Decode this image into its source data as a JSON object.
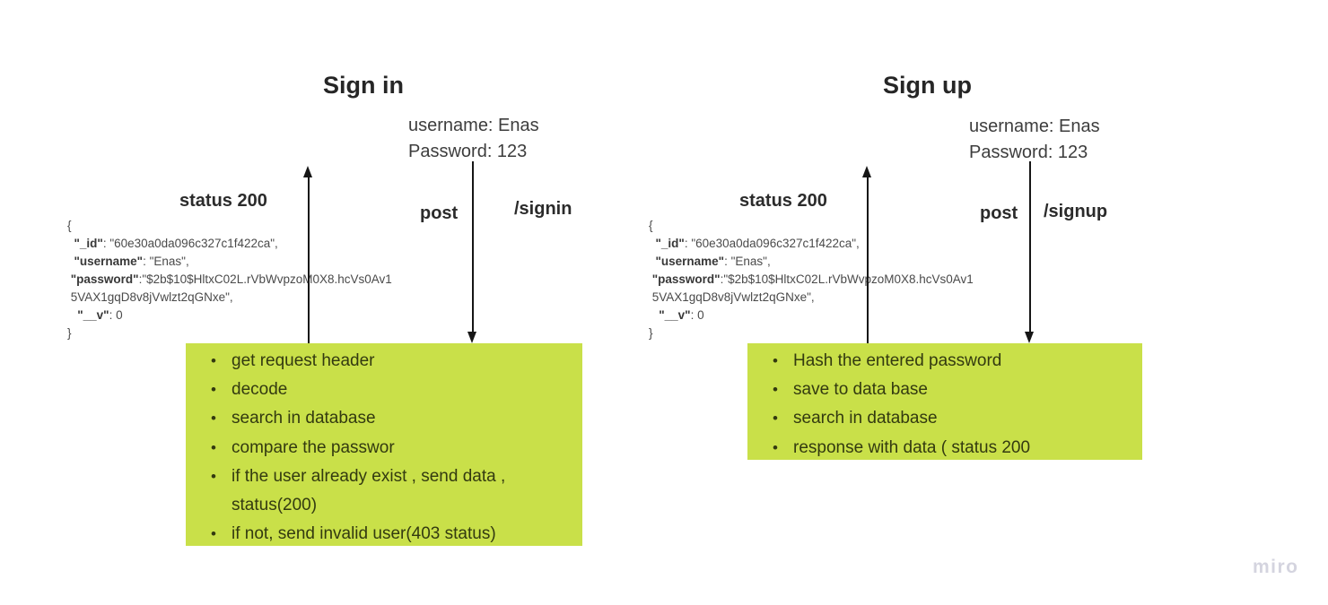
{
  "diagram": {
    "watermark": "miro",
    "colors": {
      "note_green": "#c9e049",
      "arrow_black": "#161616",
      "watermark_gray": "#d4d4df"
    },
    "signin": {
      "title": "Sign in",
      "request": {
        "line1": "username: Enas",
        "line2": "Password: 123"
      },
      "status_label": "status 200",
      "method_label": "post",
      "route_label": "/signin",
      "response_json": {
        "lines": [
          {
            "k": "",
            "r": "{"
          },
          {
            "k": "  \"_id\"",
            "r": ": \"60e30a0da096c327c1f422ca\","
          },
          {
            "k": "  \"username\"",
            "r": ": \"Enas\","
          },
          {
            "k": " \"password\"",
            "r": ":\"$2b$10$HltxC02L.rVbWvpzoM0X8.hcVs0Av1"
          },
          {
            "k": "",
            "r": " 5VAX1gqD8v8jVwlzt2qGNxe\","
          },
          {
            "k": "   \"__v\"",
            "r": ": 0"
          },
          {
            "k": "",
            "r": "}"
          }
        ]
      },
      "steps": [
        "get request header",
        "decode",
        "search in database",
        "compare the passwor",
        "if the user already exist , send data , status(200)",
        "if not, send invalid user(403 status)"
      ]
    },
    "signup": {
      "title": "Sign up",
      "request": {
        "line1": "username: Enas",
        "line2": "Password: 123"
      },
      "status_label": "status 200",
      "method_label": "post",
      "route_label": "/signup",
      "response_json": {
        "lines": [
          {
            "k": "",
            "r": "{"
          },
          {
            "k": "  \"_id\"",
            "r": ": \"60e30a0da096c327c1f422ca\","
          },
          {
            "k": "  \"username\"",
            "r": ": \"Enas\","
          },
          {
            "k": " \"password\"",
            "r": ":\"$2b$10$HltxC02L.rVbWvpzoM0X8.hcVs0Av1"
          },
          {
            "k": "",
            "r": " 5VAX1gqD8v8jVwlzt2qGNxe\","
          },
          {
            "k": "   \"__v\"",
            "r": ": 0"
          },
          {
            "k": "",
            "r": "}"
          }
        ]
      },
      "steps": [
        "Hash the entered password",
        "save to data base",
        "search in database",
        "response with data ( status 200"
      ]
    }
  }
}
